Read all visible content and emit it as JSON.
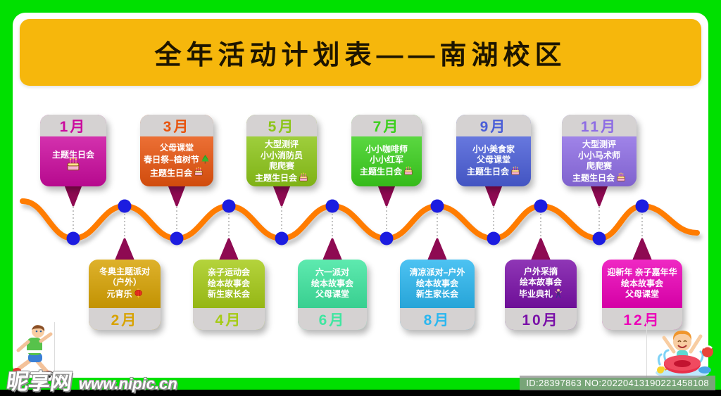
{
  "frame": {
    "border_color": "#00e000",
    "bottom_bar_color": "#000000"
  },
  "header": {
    "title": "全年活动计划表——南湖校区",
    "banner_color": "#f6b70c",
    "title_color": "#1d1500"
  },
  "timeline": {
    "wave_color": "#ff7b00",
    "dot_color": "#1c1ce0",
    "pin_color": "#8e0a52",
    "connector_color": "#a8a8a8",
    "label_strip_color": "#d5d2d2",
    "months": [
      {
        "label": "1月",
        "position": "top",
        "color": "#cb0a9e",
        "lines": [
          {
            "text": "主题生日会"
          },
          {
            "icon": "cake"
          }
        ]
      },
      {
        "label": "2月",
        "position": "bottom",
        "color": "#d8a303",
        "lines": [
          {
            "text": "冬奥主题派对"
          },
          {
            "text": "（户外）"
          },
          {
            "text": "元宵乐",
            "icon": "lantern"
          }
        ]
      },
      {
        "label": "3月",
        "position": "top",
        "color": "#e8540e",
        "lines": [
          {
            "text": "父母课堂"
          },
          {
            "text": "春日祭–植树节",
            "icon": "tree"
          },
          {
            "text": "主题生日会",
            "icon": "cake"
          }
        ]
      },
      {
        "label": "4月",
        "position": "bottom",
        "color": "#a6cb17",
        "lines": [
          {
            "text": "亲子运动会"
          },
          {
            "text": "绘本故事会"
          },
          {
            "text": "新生家长会"
          }
        ]
      },
      {
        "label": "5月",
        "position": "top",
        "color": "#8cc517",
        "lines": [
          {
            "text": "大型测评"
          },
          {
            "text": "小小消防员"
          },
          {
            "text": "爬爬赛"
          },
          {
            "text": "主题生日会",
            "icon": "cake"
          }
        ]
      },
      {
        "label": "6月",
        "position": "bottom",
        "color": "#3fe6a0",
        "lines": [
          {
            "text": "六一派对"
          },
          {
            "text": "绘本故事会"
          },
          {
            "text": "父母课堂"
          }
        ]
      },
      {
        "label": "7月",
        "position": "top",
        "color": "#3bd01d",
        "lines": [
          {
            "text": "小小咖啡师"
          },
          {
            "text": "小小红军"
          },
          {
            "text": "主题生日会",
            "icon": "cake"
          }
        ]
      },
      {
        "label": "8月",
        "position": "bottom",
        "color": "#2bb7f0",
        "lines": [
          {
            "text": "清凉派对–户外"
          },
          {
            "text": "绘本故事会"
          },
          {
            "text": "新生家长会"
          }
        ]
      },
      {
        "label": "9月",
        "position": "top",
        "color": "#4a5ed8",
        "lines": [
          {
            "text": "小小美食家"
          },
          {
            "text": "父母课堂"
          },
          {
            "text": "主题生日会",
            "icon": "cake"
          }
        ]
      },
      {
        "label": "10月",
        "position": "bottom",
        "color": "#7a10a8",
        "lines": [
          {
            "text": "户外采摘"
          },
          {
            "text": "绘本故事会"
          },
          {
            "text": "毕业典礼",
            "icon": "graduate"
          }
        ]
      },
      {
        "label": "11月",
        "position": "top",
        "color": "#8d6ce4",
        "lines": [
          {
            "text": "大型测评"
          },
          {
            "text": "小小马术师"
          },
          {
            "text": "爬爬赛"
          },
          {
            "text": "主题生日会",
            "icon": "cake"
          }
        ]
      },
      {
        "label": "12月",
        "position": "bottom",
        "color": "#ec00b8",
        "lines": [
          {
            "text": "迎新年 亲子嘉年华"
          },
          {
            "text": "绘本故事会"
          },
          {
            "text": "父母课堂"
          }
        ]
      }
    ]
  },
  "watermark": {
    "site_name": "昵享网",
    "site_url": "www.nipic.cn",
    "image_id": "ID:28397863 NO:20220413190221458108"
  },
  "decorations": {
    "left": "soccer-boy",
    "right": "swimming-girl"
  }
}
